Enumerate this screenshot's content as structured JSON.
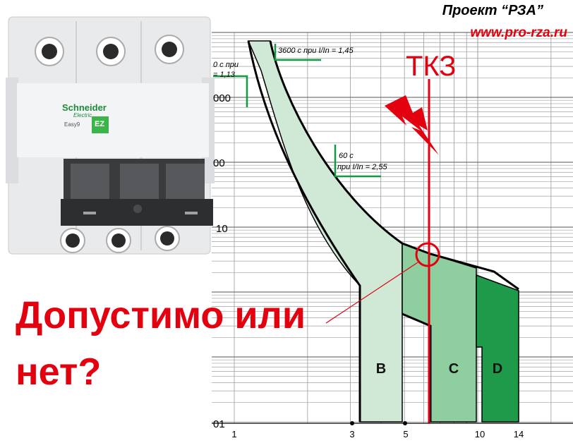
{
  "header": {
    "project": "Проект “РЗА”",
    "site": "www.pro-rza.ru"
  },
  "question": {
    "line1": "Допустимо или",
    "line2": "нет?"
  },
  "fault_label": "ТКЗ",
  "annotations": {
    "a3600": "3600 с при I/In = 1,45",
    "a113_line1": "0 с при",
    "a113_line2": "= 1,13",
    "a60_line1": "60 с",
    "a60_line2": "при I/In = 2,55"
  },
  "y_labels": {
    "y1000": "000",
    "y100": "00",
    "y10": "10",
    "y001": "01"
  },
  "x_labels": [
    "1",
    "3",
    "5",
    "10",
    "14"
  ],
  "zones": {
    "B": "B",
    "C": "C",
    "D": "D"
  },
  "breaker": {
    "brand": "Schneider",
    "brand_sub": "Electric",
    "series": "Easy9",
    "logo": "EZ"
  },
  "colors": {
    "red": "#e3000f",
    "zone_b": "#cfe9d6",
    "zone_c": "#8fcf9f",
    "zone_d": "#1f9a4a",
    "annotation_green": "#119944"
  }
}
